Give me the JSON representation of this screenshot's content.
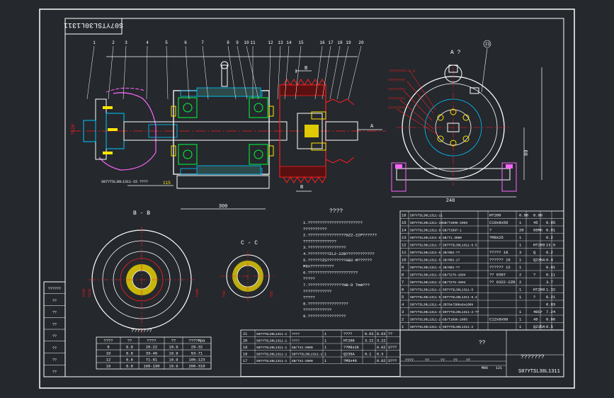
{
  "drawing": {
    "stamp_code": "S07YTSL30L1311",
    "drawing_number": "S07YTSL30L1311",
    "title_qm": "???????",
    "title_mid": "??",
    "tech_requirements_title": "????",
    "tech_lines": [
      "1.???????????????????????",
      "??????????",
      "2.????????????????DZ2-22P??????",
      "??????????????",
      "3.????????????????",
      "4.?????????ZL2-22B????????????",
      "5.??????ZS????????GB2-M??????",
      "M8x??????????",
      "6.?????????????????????",
      "?????",
      "7.???????????????HB-D Tmm???",
      "????????????",
      "?????",
      "8.?????????????????",
      "????????????",
      "9.????????????????"
    ],
    "section_bb": "B - B",
    "section_cc": "C - C",
    "view_a": "A ?",
    "section_arrow_b": "B",
    "dim_300": "300",
    "dim_240": "240",
    "dim_80": "80",
    "dim_115": "115",
    "balloons_top": [
      "1",
      "2",
      "3",
      "4",
      "5",
      "6",
      "7",
      "8",
      "9",
      "10",
      "11",
      "12",
      "13",
      "14",
      "15",
      "16",
      "17",
      "18",
      "19",
      "20"
    ],
    "balloon_21": "21"
  },
  "small_table": {
    "caption": "???????",
    "header": [
      "????",
      "??",
      "????",
      "??",
      "????Mpa"
    ],
    "rows": [
      [
        "8",
        "8.8",
        "20-22",
        "10.9",
        "29-32"
      ],
      [
        "10",
        "8.8",
        "33-45",
        "10.9",
        "53-71"
      ],
      [
        "12",
        "8.8",
        "71-81",
        "10.9",
        "105-123"
      ],
      [
        "16",
        "8.8",
        "160-190",
        "10.9",
        "260-310"
      ]
    ]
  },
  "parts_list": {
    "rows": [
      [
        "16",
        "S07YTSL30L1311-11",
        "",
        "1",
        "HT200",
        "0.96",
        "0.96",
        ""
      ],
      [
        "15",
        "S07YTSL30L1311-10",
        "GB/T1096-2003",
        "",
        "C10x8x56",
        "1",
        "45",
        "0.05"
      ],
      [
        "14",
        "S07YTSL30L1311-9",
        "GB/T1097-1",
        "",
        "?",
        "20",
        "65Mn",
        "0.01"
      ],
      [
        "13",
        "S07YTSL30L1311-8",
        "GB/T1.3080",
        "",
        "?M8x25",
        "1",
        "",
        "0.2"
      ],
      [
        "12",
        "S07YTSL30L1311-7",
        "S07YTSL30L1311-6.5",
        "",
        "",
        "1",
        "HT200",
        "13.5"
      ],
      [
        "11",
        "S07YTSL30L1311-6",
        "JB/002-??",
        "",
        "????? 18",
        "3",
        "Q",
        "0.2"
      ],
      [
        "10",
        "S07YTSL30L1311-5",
        "JB/002-17",
        "",
        "?????? 15",
        "1",
        "Q235A",
        "0.4"
      ],
      [
        "9",
        "S07YTSL30L1311-4",
        "JB/002-??",
        "",
        "?????? 12",
        "1",
        "",
        "0.01"
      ],
      [
        "8",
        "S07YTSL30L1311-3",
        "GB/T276-1994",
        "",
        "?? 6307",
        "2",
        "?",
        "0.11"
      ],
      [
        "7",
        "S07YTSL30L1311-2",
        "GB/T276-1994",
        "",
        "?? 6322-2ZR",
        "2",
        "",
        "3.7"
      ],
      [
        "6",
        "S07YTSL30L1311-1",
        "S07YTSL30L1311-5",
        "",
        "",
        "1",
        "HT200",
        "1.32"
      ],
      [
        "5",
        "S07YTSL30L1311-5",
        "S07YTSL30L1311-9.3",
        "",
        "",
        "1",
        "?",
        "0.21"
      ],
      [
        "4",
        "S07YTSL30L1311-4",
        "JB?S4/500x8x100k",
        "",
        "",
        "",
        "",
        "0.03"
      ],
      [
        "3",
        "S07YTSL30L1311-3",
        "S07YTSL30L1311-2-??",
        "",
        "",
        "1",
        "40Cr",
        "7.24"
      ],
      [
        "2",
        "S07YTSL30L1311-2",
        "GB/T1096-2003",
        "",
        "C12x8x56",
        "1",
        "45",
        "0.06"
      ],
      [
        "1",
        "S07YTSL30L1311-1",
        "S07YTSL30L1311-2",
        "",
        "",
        "1",
        "Q235A",
        "0.5"
      ]
    ]
  },
  "title_block": {
    "rows": [
      [
        "21",
        "S07YTSL30L1311-1",
        "????",
        "1",
        "????",
        "0.03",
        "0.03",
        "??"
      ],
      [
        "20",
        "S07YTSL30L1311-1",
        "????",
        "1",
        "HT200",
        "3.22",
        "3.22",
        ""
      ],
      [
        "19",
        "S07YTSL30L1311-1",
        "GB/T41-2000",
        "1",
        "??M8x28",
        "",
        "0.02",
        "S???"
      ],
      [
        "18",
        "S07YTSL30L1311-1",
        "S07YTSL30L1311-1",
        "1",
        "Q235A",
        "0.1",
        "0.3",
        ""
      ],
      [
        "17",
        "S07YTSL30L1311-1",
        "GB/T41-2000",
        "1",
        "?M8x40",
        "",
        "0.02",
        "S???"
      ]
    ],
    "bottom_cells": [
      "????",
      "??",
      "??",
      "??",
      "??",
      "M96",
      "12",
      "1"
    ]
  },
  "left_strip": [
    "??????",
    "??",
    "??",
    "??",
    "??",
    "??",
    "??",
    "??"
  ],
  "colors": {
    "bg": "#25282d",
    "frame": "#ffffff",
    "outline": "#00c8ff",
    "text": "#ffffff",
    "red": "#ff1d1d",
    "magenta": "#ff66ff",
    "yellow": "#ffe600",
    "green": "#00ff3c",
    "orange": "#ff9b1a"
  }
}
